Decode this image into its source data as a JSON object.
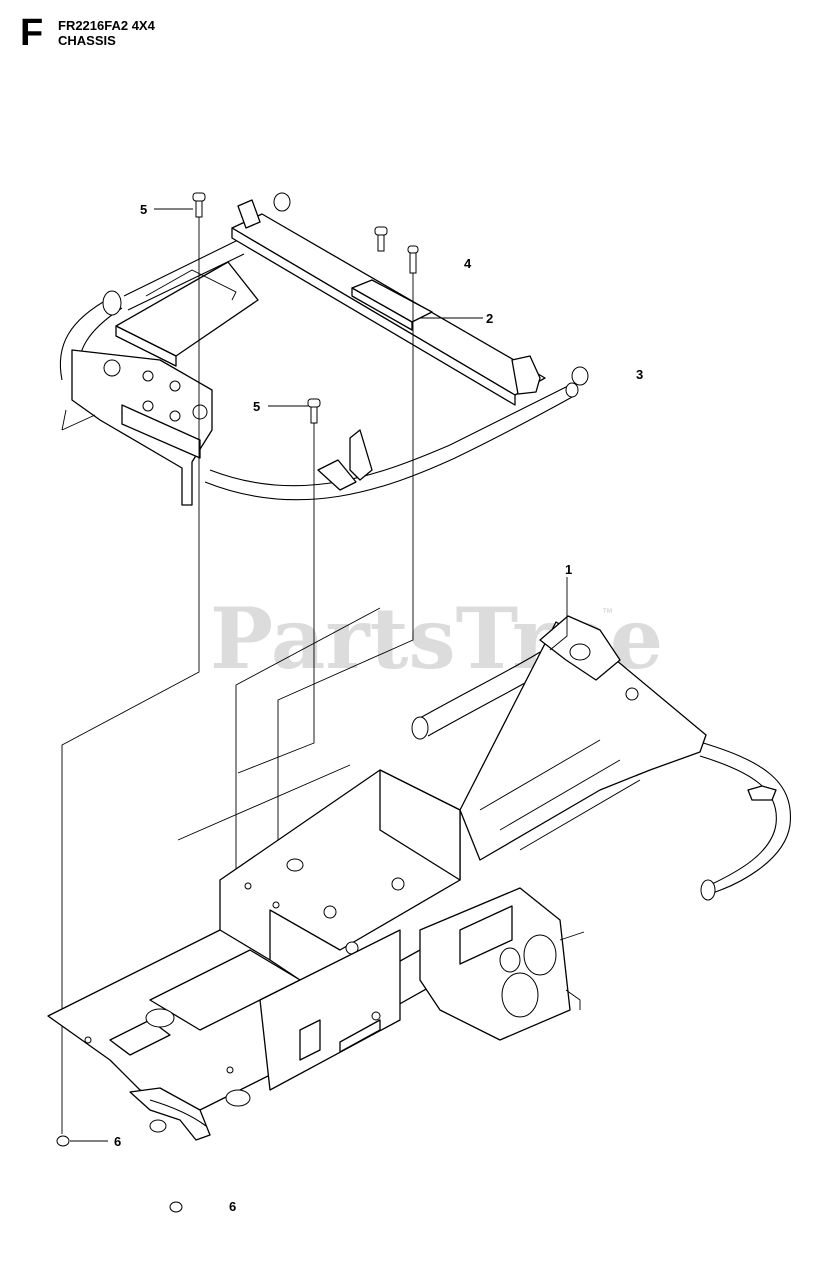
{
  "header": {
    "section_letter": "F",
    "model": "FR2216FA2 4X4",
    "section_title": "CHASSIS"
  },
  "watermark": {
    "text": "PartsTree",
    "trademark": "™"
  },
  "callouts": [
    {
      "id": "1",
      "label": "1"
    },
    {
      "id": "2",
      "label": "2"
    },
    {
      "id": "3",
      "label": "3"
    },
    {
      "id": "4",
      "label": "4"
    },
    {
      "id": "5a",
      "label": "5"
    },
    {
      "id": "5b",
      "label": "5"
    },
    {
      "id": "6a",
      "label": "6"
    },
    {
      "id": "6b",
      "label": "6"
    }
  ],
  "colors": {
    "line": "#000000",
    "watermark": "#dcdcdc",
    "background": "#ffffff"
  }
}
